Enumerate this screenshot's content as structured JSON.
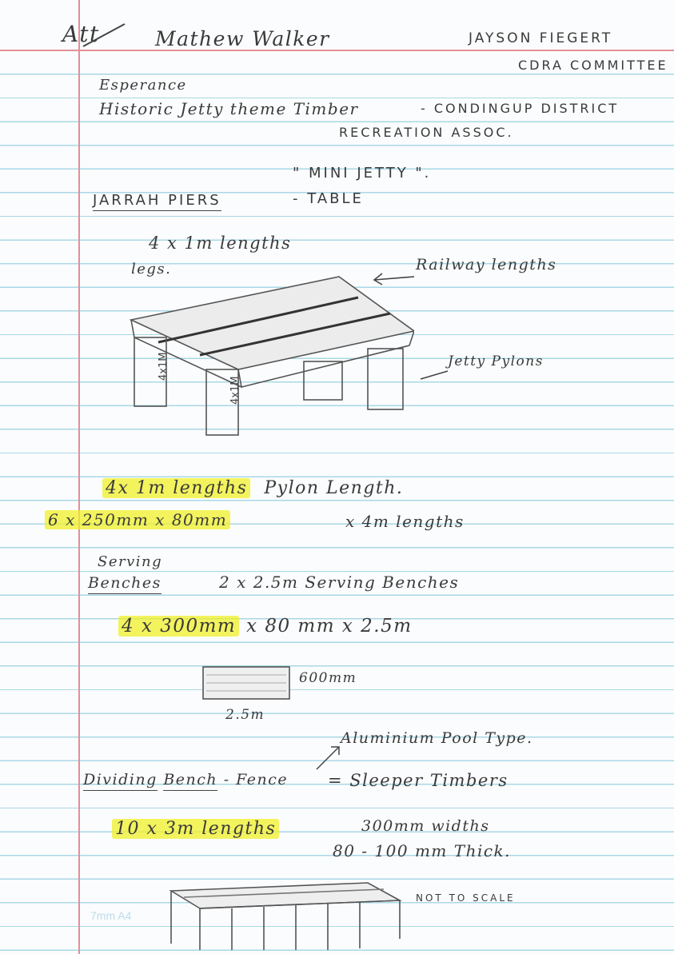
{
  "header": {
    "att": "Att",
    "author": "Mathew Walker",
    "contact": "JAYSON FIEGERT",
    "committee": "CDRA COMMITTEE"
  },
  "intro": {
    "line1": "Esperance",
    "line2_left": "Historic Jetty theme Timber",
    "line2_right": "- CONDINGUP DISTRICT",
    "line3": "RECREATION ASSOC."
  },
  "title": {
    "mini_jetty": "\" MINI JETTY \".",
    "jarrah_piers": "JARRAH PIERS",
    "table": "- TABLE"
  },
  "sketch1": {
    "lengths_note": "4 x 1m lengths",
    "legs": "legs.",
    "railway": "Railway lengths",
    "pylons": "Jetty Pylons",
    "leg_label": "4x1M"
  },
  "pylons": {
    "line1_hl": "4x 1m lengths",
    "line1_rest": "Pylon Length.",
    "line2_hl": "6 x 250mm x 80mm",
    "line2_rest": "x   4m lengths"
  },
  "benches": {
    "serving_top": "Serving",
    "serving_bottom": "Benches",
    "desc": "2 x  2.5m  Serving Benches",
    "dims_hl": "4  x    300mm",
    "dims_rest": "x  80 mm  x  2.5m",
    "box_height": "600mm",
    "box_width": "2.5m"
  },
  "dividing": {
    "aluminium": "Aluminium  Pool Type.",
    "label1": "Dividing",
    "label2": "Bench",
    "label3": "- Fence",
    "eq": "= Sleeper  Timbers",
    "len_hl": "10 x 3m  lengths",
    "widths": "300mm widths",
    "thick": "80 - 100 mm  Thick.",
    "not_to_scale": "NOT TO SCALE"
  },
  "footer": "7mm A4"
}
